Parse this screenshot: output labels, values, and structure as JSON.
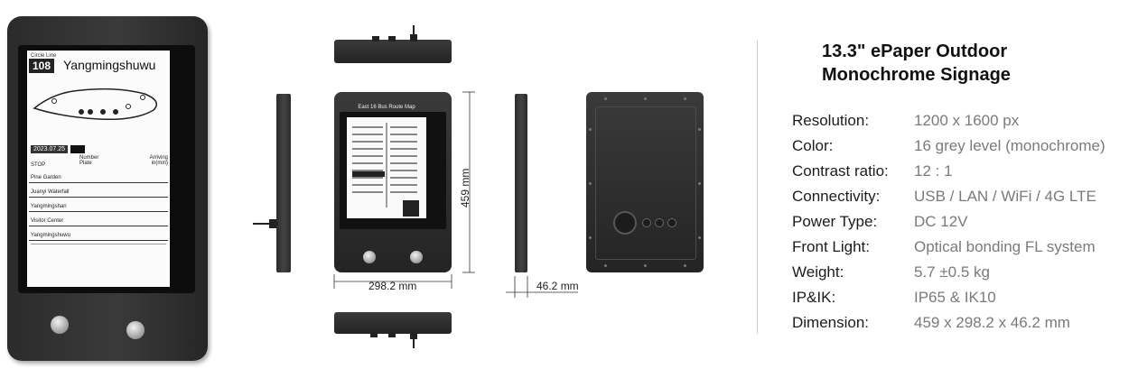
{
  "device_screen": {
    "circle_label": "Circle Line",
    "route_number": "108",
    "stop_name": "Yangmingshuwu",
    "date": "2023.07.25",
    "col_stop": "STOP",
    "col_number_plate": "Number Plate",
    "col_arriving": "Arriving in(min)",
    "stops": [
      "Pine Garden",
      "Juanyi Waterfall",
      "Yangmingshan",
      "Visitor Center",
      "Yangmingshuwu"
    ]
  },
  "front_screen": {
    "header": "East 16 Bus Route Map"
  },
  "dimensions": {
    "height": "459 mm",
    "width": "298.2 mm",
    "depth": "46.2 mm"
  },
  "product": {
    "title_line1": "13.3\" ePaper Outdoor",
    "title_line2": "Monochrome Signage"
  },
  "specs": [
    {
      "label": "Resolution:",
      "value": "1200 x 1600 px"
    },
    {
      "label": "Color:",
      "value": "16 grey level (monochrome)"
    },
    {
      "label": "Contrast ratio:",
      "value": "12 : 1"
    },
    {
      "label": "Connectivity:",
      "value": "USB / LAN / WiFi / 4G LTE"
    },
    {
      "label": "Power Type:",
      "value": "DC 12V"
    },
    {
      "label": "Front Light:",
      "value": "Optical bonding FL system"
    },
    {
      "label": "Weight:",
      "value": "5.7 ±0.5 kg"
    },
    {
      "label": "IP&IK:",
      "value": "IP65 & IK10"
    },
    {
      "label": "Dimension:",
      "value": "459 x 298.2 x 46.2 mm"
    }
  ]
}
